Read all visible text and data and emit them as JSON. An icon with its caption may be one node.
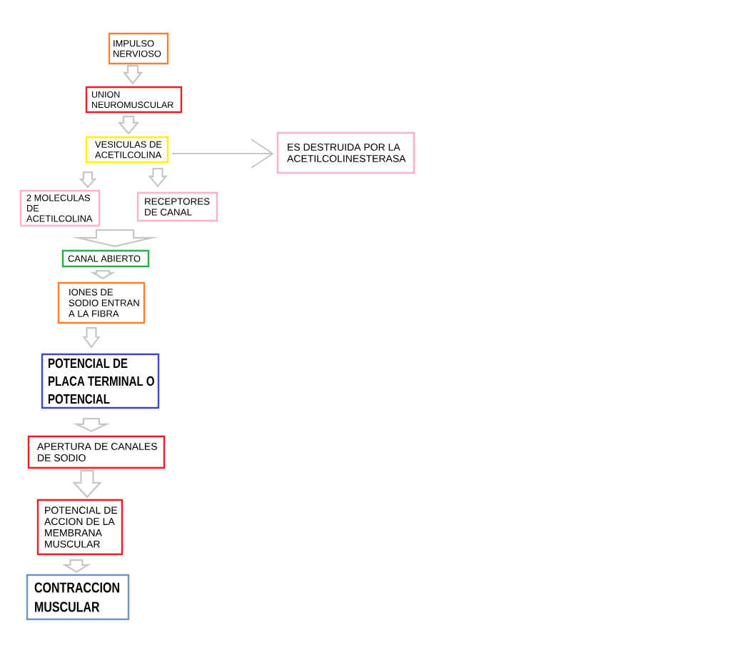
{
  "diagram": {
    "nodes": [
      {
        "text": [
          "IMPULSO NERVIOSO"
        ]
      },
      {
        "text": [
          "UNION NEUROMUSCULAR"
        ]
      },
      {
        "text": [
          "VESICULAS DE ACETILCOLINA"
        ]
      },
      {
        "text": [
          "ES DESTRUIDA POR LA ACETILCOLINESTERASA"
        ]
      },
      {
        "text": [
          "2 MOLECULAS DE ACETILCOLINA"
        ]
      },
      {
        "text": [
          "RECEPTORES DE CANAL"
        ]
      },
      {
        "text": [
          "CANAL ABIERTO"
        ]
      },
      {
        "text": [
          "IONES DE SODIO ENTRAN A LA FIBRA"
        ]
      },
      {
        "text": [
          "POTENCIAL DE PLACA TERMINAL O POTENCIAL"
        ]
      },
      {
        "text": [
          "APERTURA DE CANALES DE SODIO"
        ]
      },
      {
        "text": [
          "POTENCIAL DE ACCION DE LA MEMBRANA MUSCULAR"
        ]
      },
      {
        "text": [
          "CONTRACCION MUSCULAR"
        ]
      }
    ],
    "edges": [
      {
        "from": 0,
        "to": 1,
        "arrow": "to"
      },
      {
        "from": 1,
        "to": 2,
        "arrow": "to"
      },
      {
        "from": 2,
        "to": 3,
        "arrow": "to"
      },
      {
        "from": 2,
        "to": 4,
        "arrow": "to"
      },
      {
        "from": 2,
        "to": 5,
        "arrow": "to"
      },
      {
        "from": 4,
        "to": 6,
        "arrow": "to"
      },
      {
        "from": 5,
        "to": 6,
        "arrow": "to"
      },
      {
        "from": 6,
        "to": 7,
        "arrow": "to"
      },
      {
        "from": 7,
        "to": 8,
        "arrow": "to"
      },
      {
        "from": 8,
        "to": 9,
        "arrow": "to"
      },
      {
        "from": 9,
        "to": 10,
        "arrow": "to"
      },
      {
        "from": 10,
        "to": 11,
        "arrow": "to"
      }
    ]
  }
}
